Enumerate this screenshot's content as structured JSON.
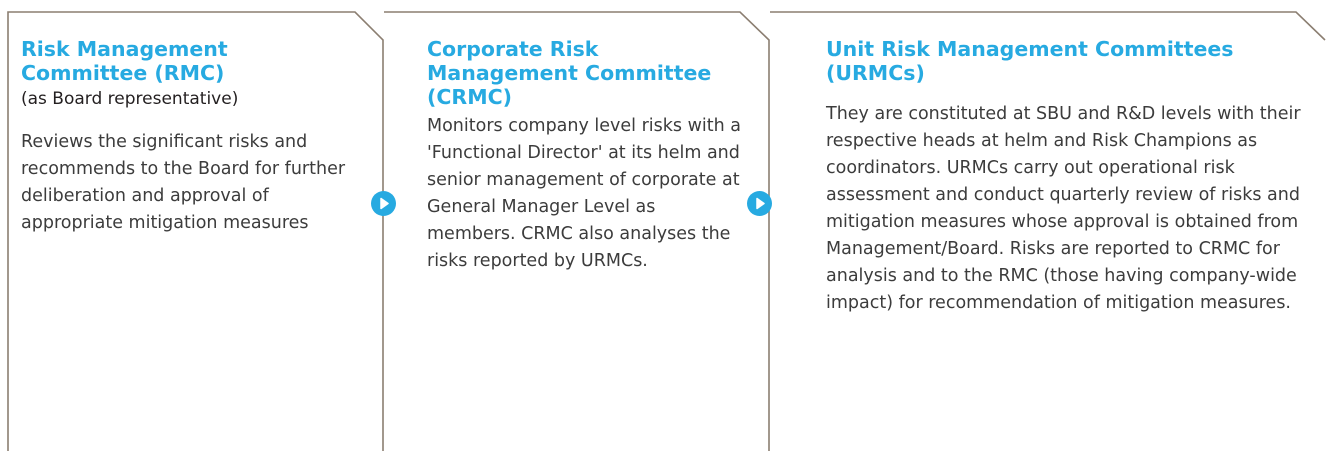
{
  "colors": {
    "accent": "#27aae1",
    "frame_line": "#8b7e71",
    "body_text": "#3c3c3c"
  },
  "cards": [
    {
      "title": "Risk Management Committee (RMC)",
      "subtitle": "(as Board representative)",
      "body": "Reviews the significant risks and recommends to the Board for further deliberation and approval of appropriate mitigation measures"
    },
    {
      "title": "Corporate Risk Management Committee (CRMC)",
      "body": "Monitors company level risks with a 'Functional Director' at its helm and senior management of corporate at General Manager Level as members. CRMC also analyses the risks reported by URMCs."
    },
    {
      "title": "Unit Risk Management Committees (URMCs)",
      "body": "They are constituted at SBU and R&D levels with their respective heads at helm and Risk Champions as coordinators. URMCs carry out operational risk assessment and conduct quarterly review of risks and mitigation measures whose approval is obtained from Management/Board. Risks are reported to CRMC for analysis and to the RMC (those having company-wide impact) for recommendation of mitigation measures."
    }
  ],
  "icons": [
    "play-arrow-icon",
    "play-arrow-icon"
  ]
}
